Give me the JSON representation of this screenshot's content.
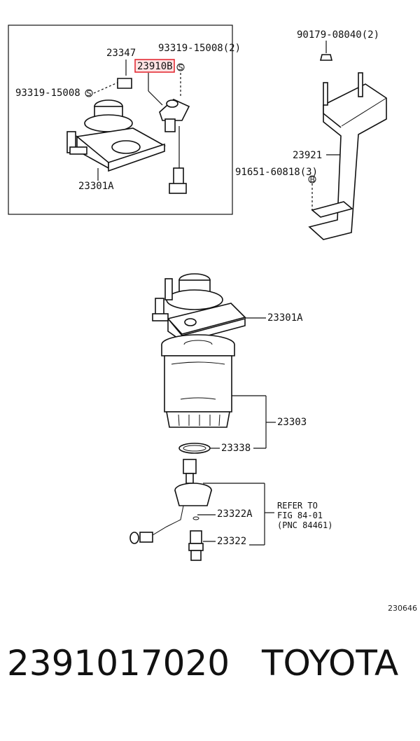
{
  "diagram": {
    "labels": {
      "p23347": "23347",
      "p93319_15008_2": "93319-15008(2)",
      "p23910": "23910B",
      "p93319_15008": "93319-15008",
      "p23301A_top": "23301A",
      "p90179": "90179-08040(2)",
      "p23921": "23921",
      "p91651": "91651-60818(3)",
      "p23301A_mid": "23301A",
      "p23303": "23303",
      "p23338": "23338",
      "p23322A": "23322A",
      "p23322": "23322",
      "refer_1": "REFER TO",
      "refer_2": "FIG 84-01",
      "refer_3": "(PNC 84461)",
      "fig_code": "230646"
    },
    "highlight_color": "#e0202a"
  },
  "footer": {
    "part_number": "2391017020",
    "brand": "TOYOTA"
  }
}
